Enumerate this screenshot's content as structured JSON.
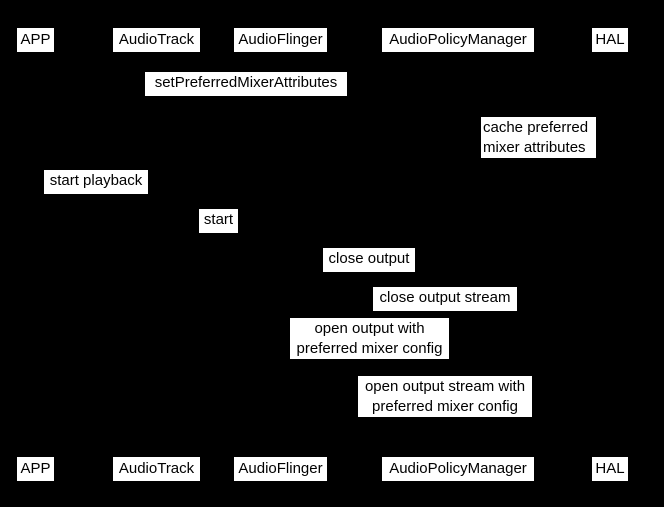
{
  "diagram": {
    "type": "sequence",
    "background_color": "#000000",
    "label_box_color": "#ffffff",
    "label_text_color": "#000000",
    "participants": [
      {
        "id": "app",
        "label": "APP"
      },
      {
        "id": "audiotrack",
        "label": "AudioTrack"
      },
      {
        "id": "audioflinger",
        "label": "AudioFlinger"
      },
      {
        "id": "audiopolicymanager",
        "label": "AudioPolicyManager"
      },
      {
        "id": "hal",
        "label": "HAL"
      }
    ],
    "messages": [
      {
        "id": "m1",
        "text": "setPreferredMixerAttributes",
        "from": "app",
        "to": "audiopolicymanager"
      },
      {
        "id": "m2",
        "text": "cache preferred\nmixer attributes",
        "from": "audiopolicymanager",
        "to": "audiopolicymanager"
      },
      {
        "id": "m3",
        "text": "start playback",
        "from": "app",
        "to": "app"
      },
      {
        "id": "m4",
        "text": "start",
        "from": "audiotrack",
        "to": "audioflinger"
      },
      {
        "id": "m5",
        "text": "close output",
        "from": "audioflinger",
        "to": "audiopolicymanager"
      },
      {
        "id": "m6",
        "text": "close output stream",
        "from": "audiopolicymanager",
        "to": "hal"
      },
      {
        "id": "m7",
        "text": "open output with\npreferred mixer config",
        "from": "audioflinger",
        "to": "audiopolicymanager"
      },
      {
        "id": "m8",
        "text": "open output stream with\npreferred mixer config",
        "from": "audiopolicymanager",
        "to": "hal"
      }
    ]
  }
}
